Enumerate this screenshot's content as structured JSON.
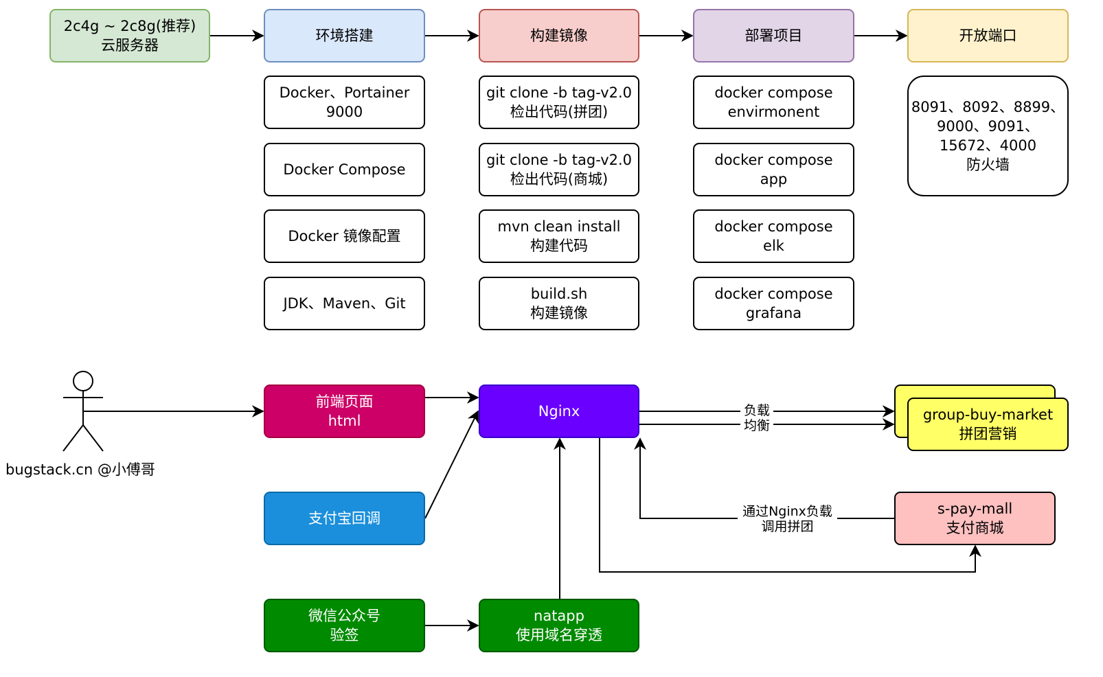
{
  "steps": {
    "server": "2c4g ~ 2c8g(推荐)\n云服务器",
    "env": "环境搭建",
    "build": "构建镜像",
    "deploy": "部署项目",
    "ports": "开放端口"
  },
  "env_items": [
    "Docker、Portainer\n9000",
    "Docker Compose",
    "Docker 镜像配置",
    "JDK、Maven、Git"
  ],
  "build_items": [
    "git clone -b tag-v2.0\n检出代码(拼团)",
    "git clone -b tag-v2.0\n检出代码(商城)",
    "mvn clean install\n构建代码",
    "build.sh\n构建镜像"
  ],
  "deploy_items": [
    "docker compose\nenvirmonent",
    "docker compose\napp",
    "docker compose\nelk",
    "docker compose\ngrafana"
  ],
  "ports_item": "8091、8092、8899、\n9000、9091、\n15672、4000\n防火墙",
  "flow": {
    "actor_label": "bugstack.cn @小傅哥",
    "frontend": "前端页面\nhtml",
    "nginx": "Nginx",
    "alipay": "支付宝回调",
    "wechat": "微信公众号\n验签",
    "natapp": "natapp\n使用域名穿透",
    "market": "group-buy-market\n拼团营销",
    "spay": "s-pay-mall\n支付商城",
    "edge_load": "负载\n均衡",
    "edge_nginx_load": "通过Nginx负载\n调用拼团"
  }
}
